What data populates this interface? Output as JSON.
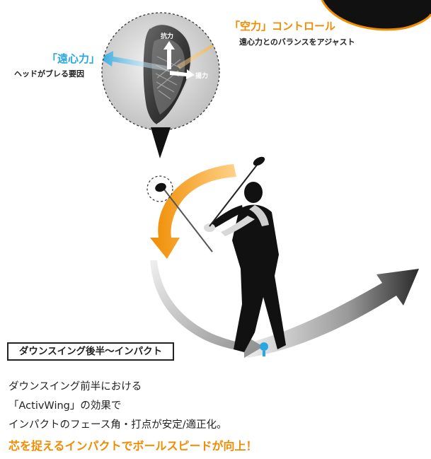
{
  "callout": {
    "centrifugal": {
      "title": "「遠心力」",
      "sub": "ヘッドがブレる要因"
    },
    "aero": {
      "title": "「空力」コントロール",
      "sub": "遠心力とのバランスをアジャスト"
    },
    "drag": "抗力",
    "lift": "揚力"
  },
  "phase_label": "ダウンスイング後半〜インパクト",
  "description": [
    "ダウンスイング前半における",
    "「ActivWing」の効果で",
    "インパクトのフェース角・打点が安定/適正化。"
  ],
  "highlight": "芯を捉えるインパクトでボールスピードが向上！",
  "colors": {
    "accent_orange": "#f08c00",
    "accent_blue": "#2aa7e0",
    "ink": "#222222"
  }
}
